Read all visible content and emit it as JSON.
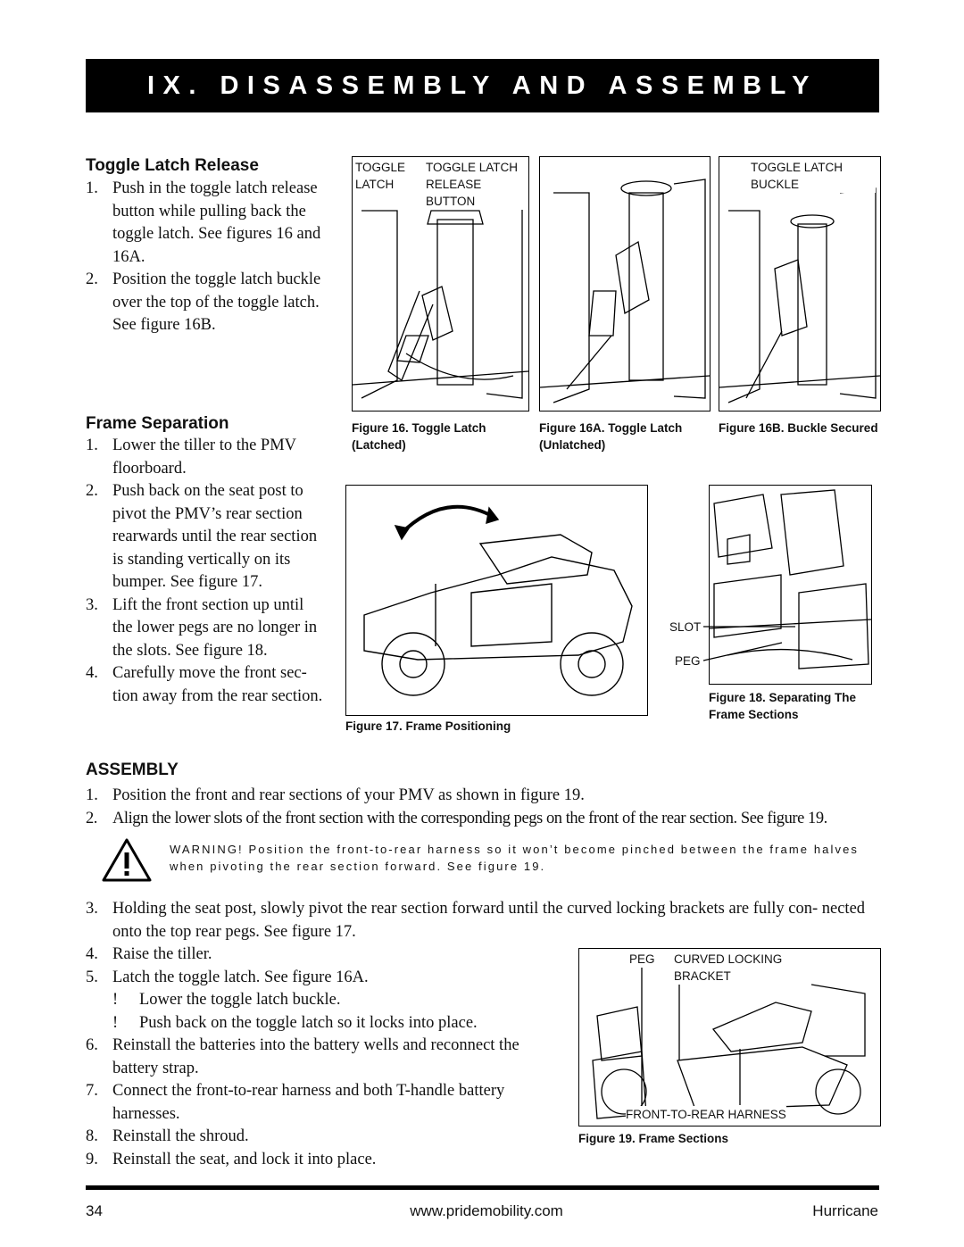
{
  "header": {
    "title": "IX. DISASSEMBLY AND ASSEMBLY"
  },
  "toggle_latch": {
    "heading": "Toggle Latch Release",
    "steps": [
      {
        "n": "1.",
        "text": "Push in the toggle latch release button while pulling back the toggle latch. See figures 16 and 16A."
      },
      {
        "n": "2.",
        "text": "Position the toggle latch buckle over the top of the toggle latch. See figure 16B."
      }
    ]
  },
  "frame_separation": {
    "heading": "Frame Separation",
    "steps": [
      {
        "n": "1.",
        "text": "Lower the tiller to the PMV floorboard."
      },
      {
        "n": "2.",
        "text": "Push back on the seat post to pivot the PMV’s rear section rearwards until the rear section is standing vertically on its bumper. See figure 17."
      },
      {
        "n": "3.",
        "text": "Lift the front section up until the lower pegs are no longer in the slots. See figure 18."
      },
      {
        "n": "4.",
        "text": "Carefully move the front sec- tion away from the rear section."
      }
    ]
  },
  "figures": {
    "fig16": {
      "label_toggle": "TOGGLE",
      "label_latch": "LATCH",
      "label_release": "TOGGLE LATCH RELEASE BUTTON",
      "caption": "Figure 16. Toggle Latch (Latched)"
    },
    "fig16a": {
      "caption": "Figure 16A. Toggle Latch (Unlatched)"
    },
    "fig16b": {
      "label": "TOGGLE LATCH BUCKLE",
      "caption": "Figure 16B. Buckle Secured"
    },
    "fig17": {
      "caption": "Figure 17. Frame Positioning"
    },
    "fig18": {
      "label_slot": "SLOT",
      "label_peg": "PEG",
      "caption": "Figure 18. Separating The Frame Sections"
    },
    "fig19": {
      "label_peg": "PEG",
      "label_bracket": "CURVED LOCKING BRACKET",
      "label_harness": "FRONT-TO-REAR HARNESS",
      "caption": "Figure 19. Frame Sections"
    }
  },
  "assembly": {
    "heading": "ASSEMBLY",
    "steps_a": [
      {
        "n": "1.",
        "text": "Position the front and rear sections of your PMV as shown in figure 19."
      },
      {
        "n": "2.",
        "text": "Align the lower slots of the front section with the corresponding pegs on the front of the rear section. See figure 19."
      }
    ],
    "warning": "WARNING! Position the front-to-rear harness so it won’t become pinched between the frame halves when pivoting the rear section forward. See figure 19.",
    "step3": {
      "n": "3.",
      "text": "Holding the seat post, slowly pivot the rear section forward until the curved locking brackets are fully con- nected onto the top rear pegs. See figure 17."
    },
    "steps_b": [
      {
        "n": "4.",
        "text": "Raise the tiller."
      },
      {
        "n": "5.",
        "text": "Latch the toggle latch. See figure 16A."
      },
      {
        "n": "!",
        "text": "Lower the toggle latch buckle.",
        "bullet": true
      },
      {
        "n": "!",
        "text": "Push back on the toggle latch so it locks into place.",
        "bullet": true
      },
      {
        "n": "6.",
        "text": "Reinstall the batteries into the battery wells and reconnect the battery strap."
      },
      {
        "n": "7.",
        "text": "Connect the front-to-rear harness and both T-handle battery harnesses."
      },
      {
        "n": "8.",
        "text": "Reinstall the shroud."
      },
      {
        "n": "9.",
        "text": "Reinstall the seat, and lock it into place."
      }
    ]
  },
  "footer": {
    "page": "34",
    "url": "www.pridemobility.com",
    "model": "Hurricane"
  }
}
